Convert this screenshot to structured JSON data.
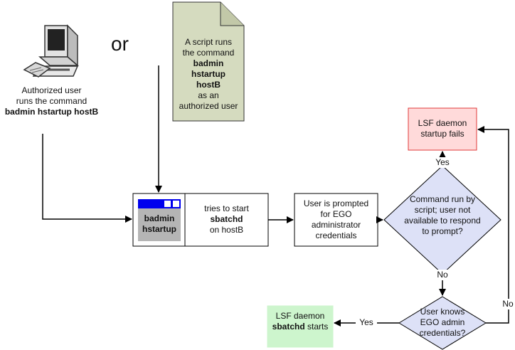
{
  "or_label": "or",
  "authorized_user": {
    "line1": "Authorized user",
    "line2": "runs the command",
    "line3": "badmin hstartup hostB"
  },
  "script_note": {
    "line1": "A script runs",
    "line2": "the command",
    "line3": "badmin",
    "line4": "hstartup",
    "line5": "hostB",
    "line6": "as an",
    "line7": "authorized user"
  },
  "window_node": {
    "line1": "badmin",
    "line2": "hstartup"
  },
  "tries_box": {
    "line1": "tries to start",
    "line2": "sbatchd",
    "line3": "on hostB"
  },
  "prompt_box": {
    "line1": "User is prompted",
    "line2": "for EGO",
    "line3": "administrator",
    "line4": "credentials"
  },
  "decision1": {
    "line1": "Command run by",
    "line2": "script; user not",
    "line3": "available to respond",
    "line4": "to prompt?"
  },
  "decision2": {
    "line1": "User knows",
    "line2": "EGO admin",
    "line3": "credentials?"
  },
  "fail_box": {
    "line1": "LSF daemon",
    "line2": "startup fails"
  },
  "success_box": {
    "line1": "LSF daemon",
    "line2": "sbatchd",
    "line3": "starts"
  },
  "labels": {
    "yes_top": "Yes",
    "no_down": "No",
    "yes_left": "Yes",
    "no_right": "No"
  },
  "colors": {
    "note_fill": "#d5dbbf",
    "fail_fill": "#ffdada",
    "fail_border": "#e03a3a",
    "success_fill": "#cdf5cd",
    "window_titlebar": "#0000ee",
    "window_body": "#b5b5b5"
  }
}
